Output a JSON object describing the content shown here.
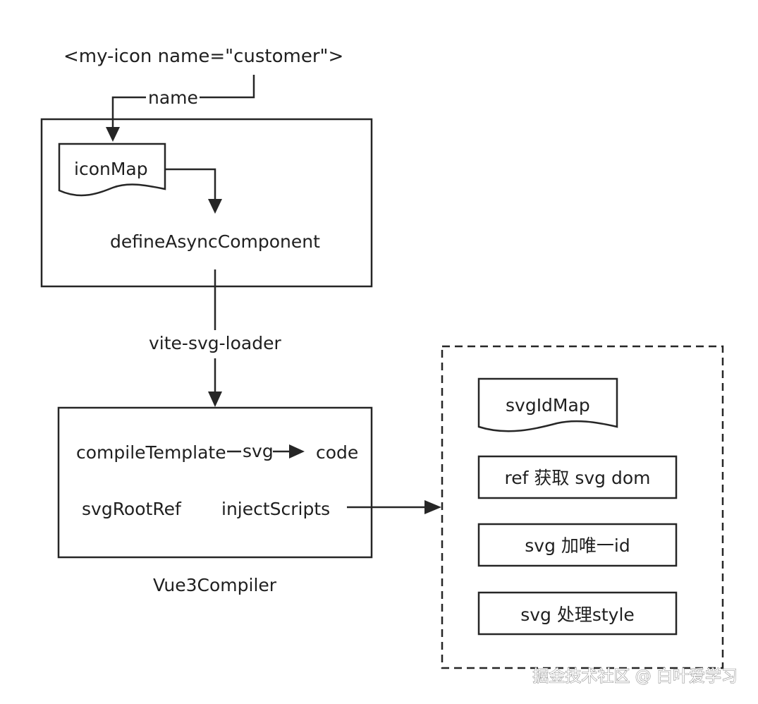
{
  "diagram": {
    "top_tag": "<my-icon name=\"customer\">",
    "name_label": "name",
    "icon_map": "iconMap",
    "define_async": "defineAsyncComponent",
    "loader": "vite-svg-loader",
    "compile_template": "compileTemplate",
    "svg_edge": "svg",
    "code": "code",
    "svg_root_ref": "svgRootRef",
    "inject_scripts": "injectScripts",
    "compiler_caption": "Vue3Compiler",
    "svg_id_map": "svgIdMap",
    "step_ref": "ref 获取 svg dom",
    "step_id": "svg 加唯一id",
    "step_style": "svg 处理style",
    "watermark": "掘金技术社区 @ 白叶爱学习"
  }
}
